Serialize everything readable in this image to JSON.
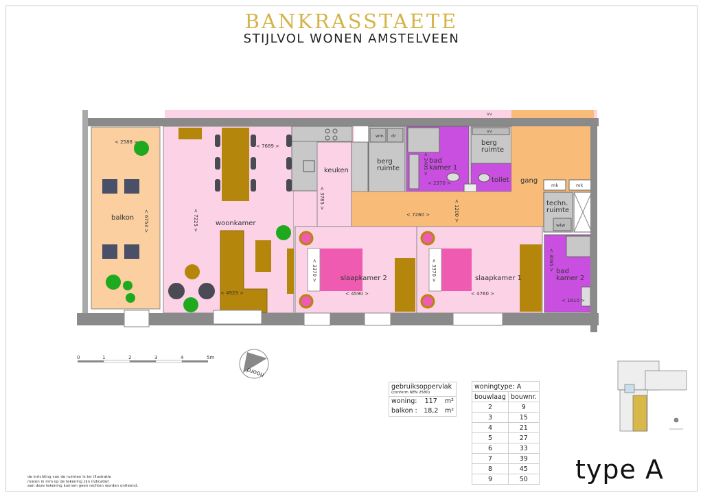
{
  "header": {
    "brand": "BANKRASSTAETE",
    "tagline": "STIJLVOL WONEN AMSTELVEEN"
  },
  "colors": {
    "living": "#fcd2e6",
    "balcony": "#fbcf9f",
    "hall": "#f9bb78",
    "bath": "#c94fe0",
    "storage": "#c8c8c8",
    "wall": "#8a8a8a",
    "furniture": "#b5860c",
    "bed": "#ee5bb0",
    "plant": "#1fa91f",
    "brand_gold": "#d4b44a"
  },
  "rooms": {
    "balkon": "balkon",
    "woonkamer": "woonkamer",
    "keuken": "keuken",
    "berg1_a": "berg",
    "berg1_b": "ruimte",
    "bad1_a": "bad",
    "bad1_b": "kamer 1",
    "berg2_a": "berg",
    "berg2_b": "ruimte",
    "toilet": "toilet",
    "gang": "gang",
    "techn_a": "techn.",
    "techn_b": "ruimte",
    "slaap2": "slaapkamer 2",
    "slaap1": "slaapkamer 1",
    "bad2_a": "bad",
    "bad2_b": "kamer 2"
  },
  "fixtures": {
    "wm": "wm",
    "dr": "dr",
    "vv1": "vv",
    "vv2": "vv",
    "mk1": "mk",
    "mk2": "mk",
    "wtw": "wtw"
  },
  "dimensions": {
    "balkon_w": "< 2588 >",
    "balkon_l": "< 6753 >",
    "woon_l": "< 7225 >",
    "woon_w": "< 7689 >",
    "woon_sofa": "< 4929 >",
    "keuken_l": "< 3785 >",
    "bad1_h": "< 2405 >",
    "bad1_w": "< 2370 >",
    "gang_w": "< 7260 >",
    "gang_h": "< 1200 >",
    "slaap2_h": "< 3370 >",
    "slaap2_w": "< 4590 >",
    "slaap1_h": "< 3370 >",
    "slaap1_w": "< 4760 >",
    "bad2_h": "< 3065 >",
    "bad2_w": "< 1810 >"
  },
  "scale_bar": {
    "ticks": [
      "0",
      "1",
      "2",
      "3",
      "4",
      "5m"
    ]
  },
  "north": {
    "label": "noord"
  },
  "area": {
    "title": "gebruiksoppervlak",
    "subtitle": "(conform NEN 2580)",
    "rows": [
      {
        "label": "woning:",
        "value": "117",
        "unit": "m²"
      },
      {
        "label": "balkon :",
        "value": "18,2",
        "unit": "m²"
      }
    ]
  },
  "units_table": {
    "title": "woningtype: A",
    "headers": [
      "bouwlaag",
      "bouwnr."
    ],
    "rows": [
      [
        "2",
        "9"
      ],
      [
        "3",
        "15"
      ],
      [
        "4",
        "21"
      ],
      [
        "5",
        "27"
      ],
      [
        "6",
        "33"
      ],
      [
        "7",
        "39"
      ],
      [
        "8",
        "45"
      ],
      [
        "9",
        "50"
      ]
    ]
  },
  "disclaimer": [
    "de inrichting van de ruimten is ter illustratie",
    "maten in mm op de tekening zijn indicatief.",
    "aan deze tekening kunnen geen rechten worden ontleend."
  ],
  "type_label": "type A"
}
